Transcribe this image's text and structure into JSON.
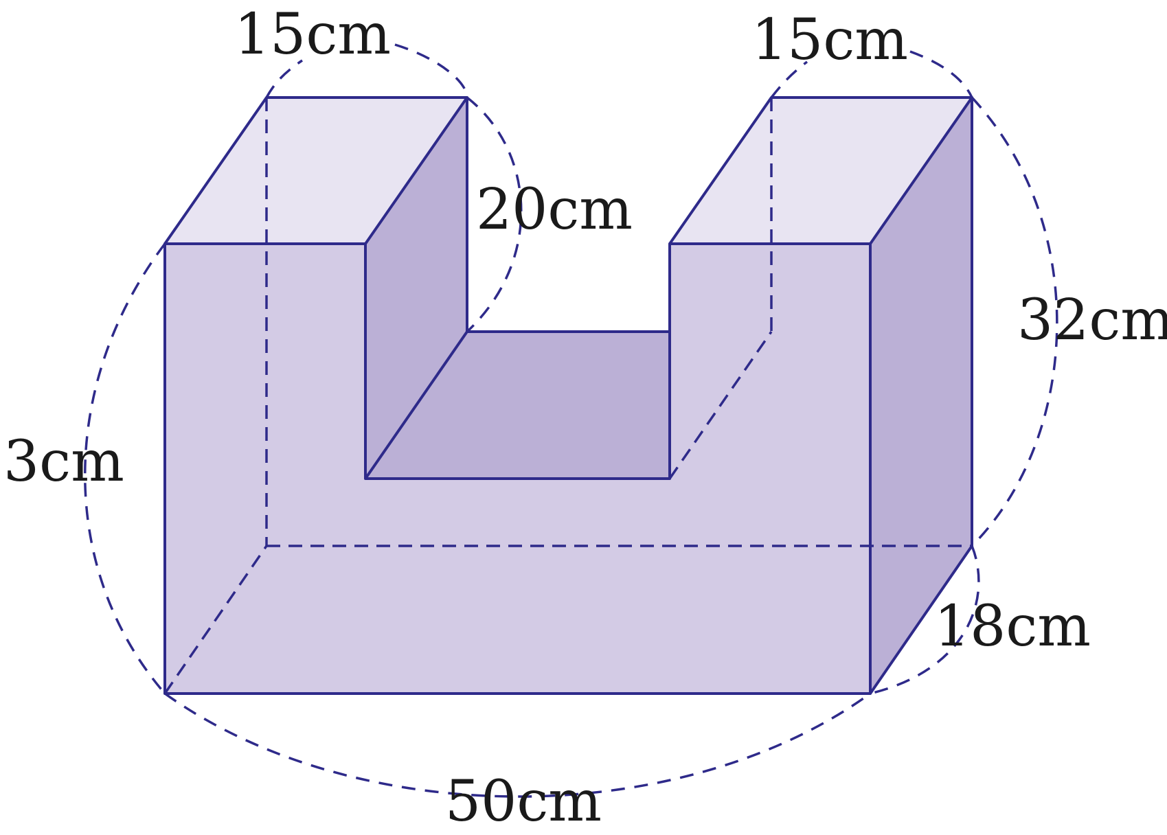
{
  "colors": {
    "stroke": "#2e2a8a",
    "front_face": "#d3cbe5",
    "side_face": "#bbb0d6",
    "top_face": "#e8e4f2",
    "text": "#1a1a1a"
  },
  "labels": {
    "top_left_width": "15cm",
    "top_right_width": "15cm",
    "notch_depth": "20cm",
    "total_height": "32cm",
    "bottom_height": "3cm",
    "depth": "18cm",
    "total_width": "50cm"
  }
}
